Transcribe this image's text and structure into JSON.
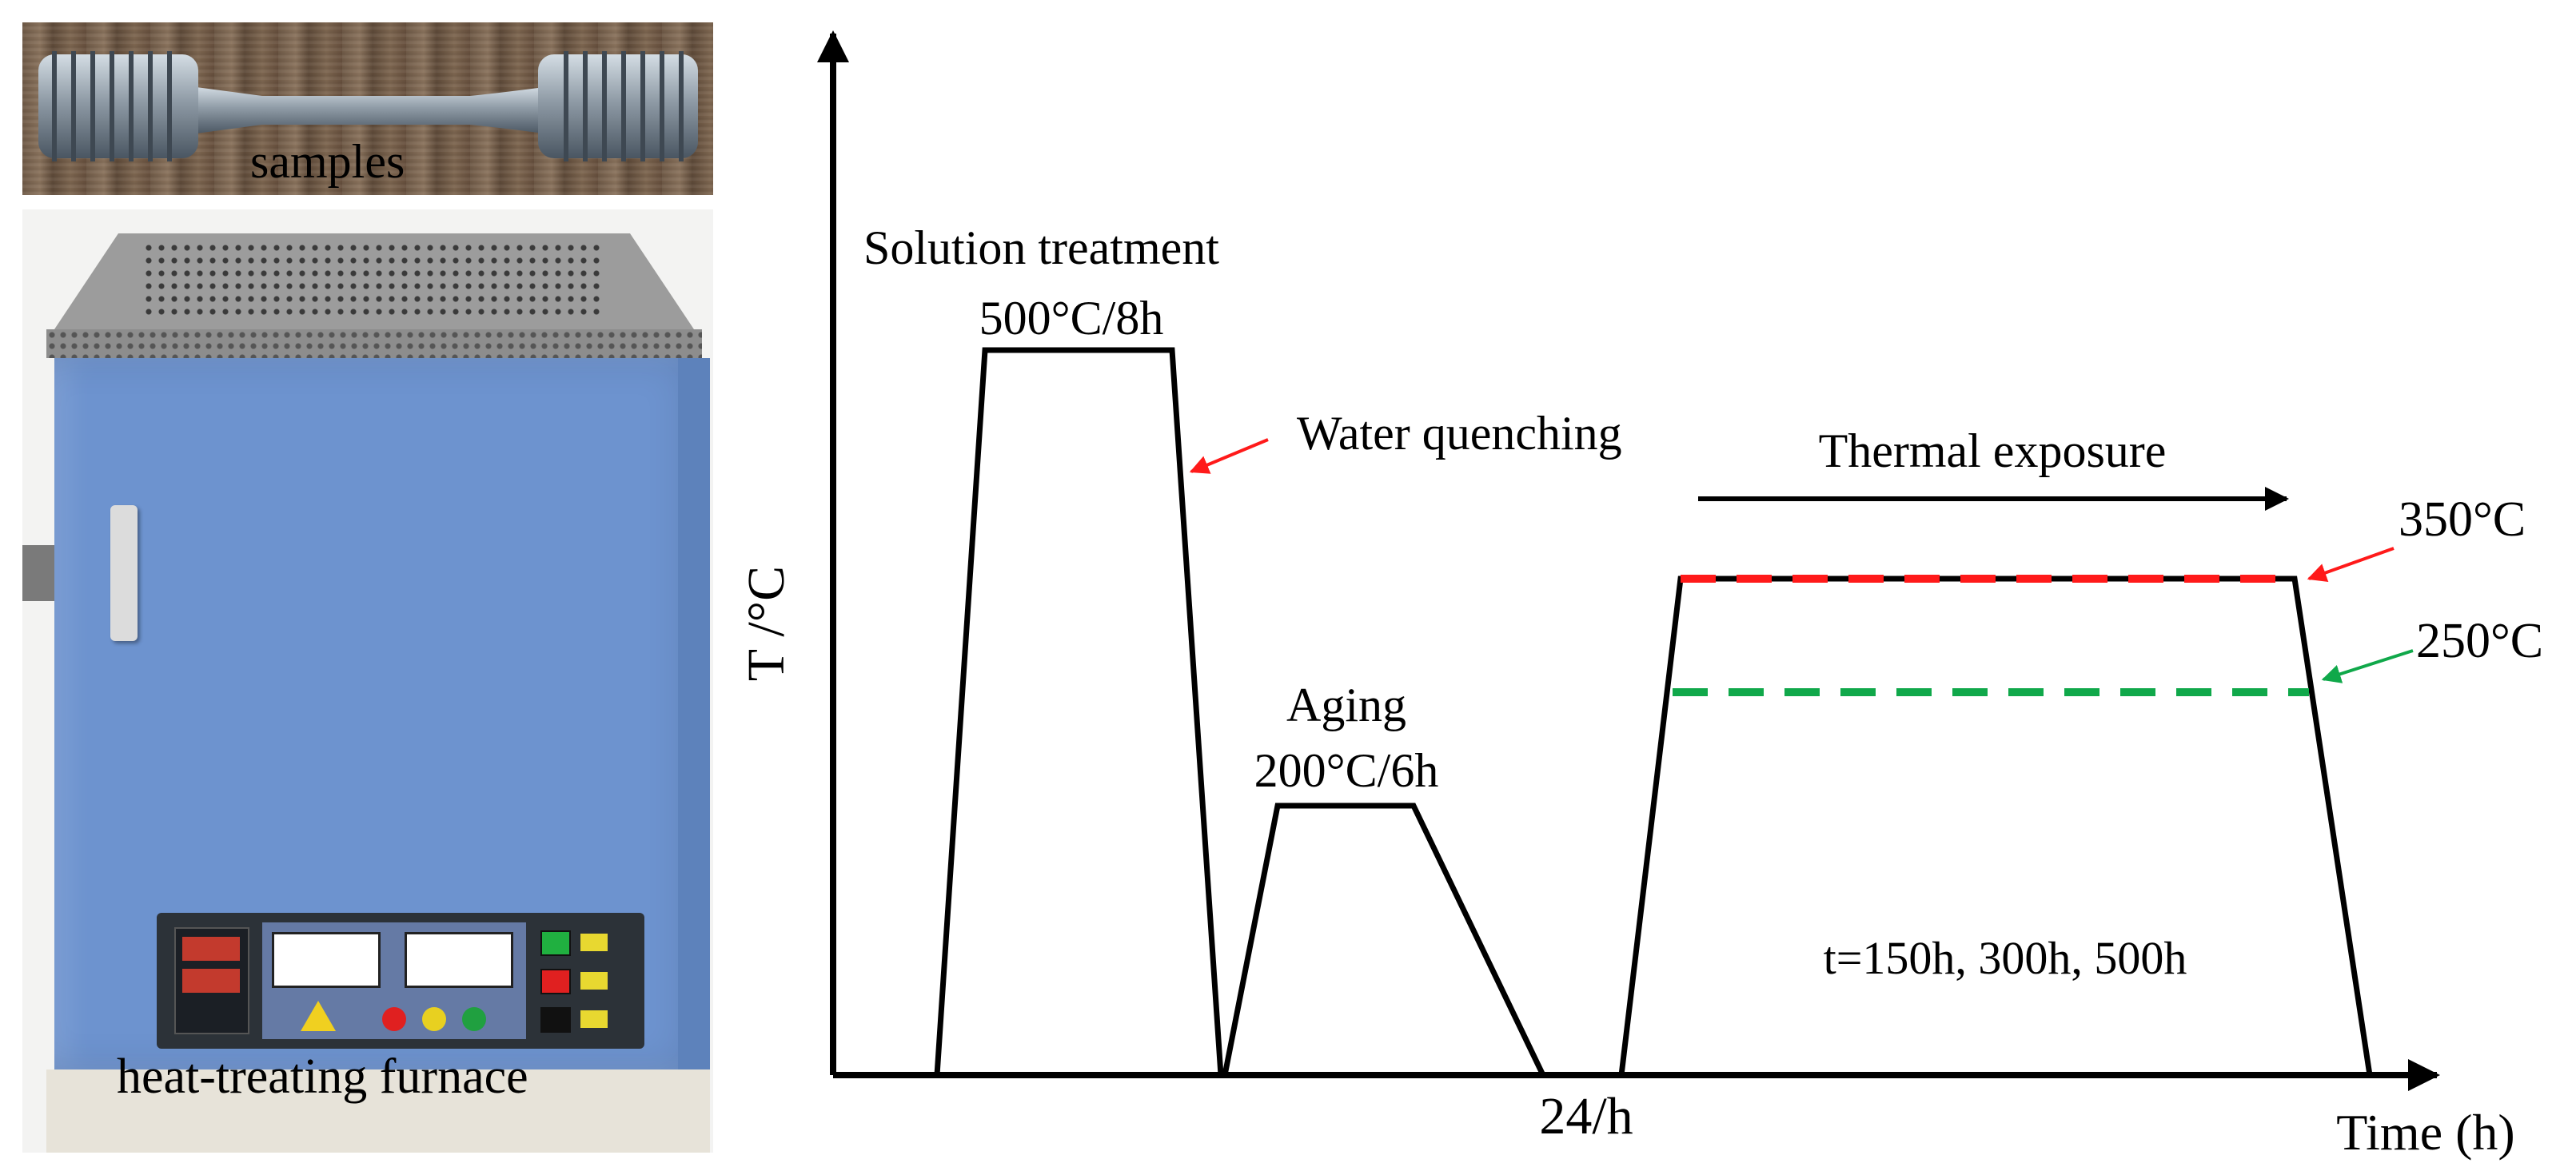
{
  "photos": {
    "sample_caption": "samples",
    "furnace_caption": "heat-treating furnace"
  },
  "axes": {
    "y_label": "T /°C",
    "x_label": "Time (h)",
    "x_tick": "24/h"
  },
  "stages": {
    "solution": {
      "title": "Solution treatment",
      "condition": "500°C/8h"
    },
    "quench": {
      "label": "Water quenching"
    },
    "aging": {
      "title": "Aging",
      "condition": "200°C/6h"
    },
    "exposure": {
      "title": "Thermal exposure",
      "durations": "t=150h, 300h, 500h"
    }
  },
  "temperatures": {
    "high": {
      "label": "350°C",
      "color": "#ff1a1a"
    },
    "low": {
      "label": "250°C",
      "color": "#10a84a"
    }
  },
  "colors": {
    "axis": "#000000",
    "quench_arrow": "#ff1a1a"
  }
}
